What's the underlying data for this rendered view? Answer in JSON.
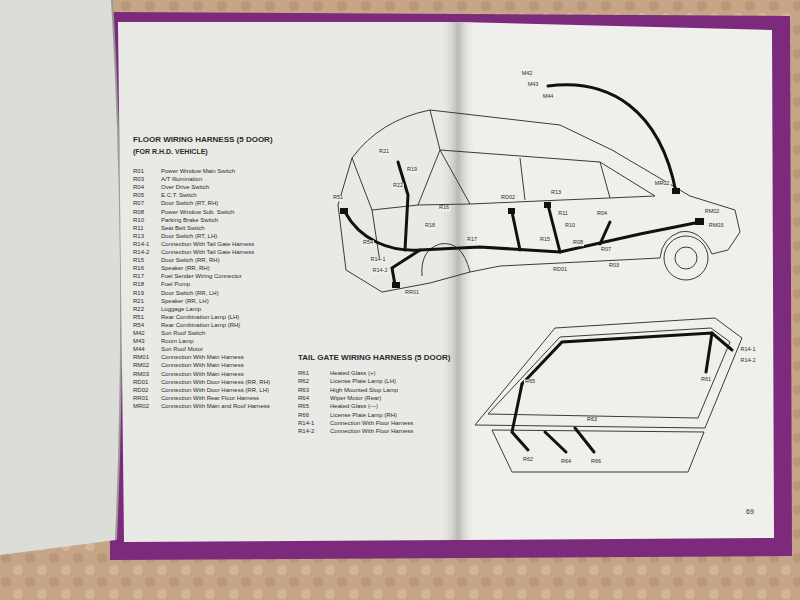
{
  "diagram": {
    "title": "FLOOR WIRING HARNESS (5 DOOR)",
    "labels": [
      "(FOR R.H.D. VEHICLE)",
      "R01",
      "Power Window Main Switch",
      "R03",
      "A/T Illumination",
      "R04",
      "Over Drive Switch",
      "R05",
      "E.C.T. Switch",
      "R07",
      "Door Switch (RT, RH)",
      "R08",
      "Power Window Sub. Switch",
      "R10",
      "Parking Brake Switch",
      "R11",
      "Seat Belt Switch",
      "R13",
      "Door Switch (RT, LH)",
      "R14-1",
      "Connection With Tail Gate Harness",
      "R14-2",
      "Connection With Tail Gate Harness",
      "R15",
      "Door Switch (RR, RH)",
      "R16",
      "Speaker (RR, RH)",
      "R17",
      "Fuel Sender Wiring Connector",
      "R18",
      "Fuel Pump",
      "R19",
      "Door Switch (RR, LH)",
      "R21",
      "Speaker (RR, LH)",
      "R22",
      "Luggage Lamp",
      "R51",
      "Rear Combination Lamp (LH)",
      "R54",
      "Rear Combination Lamp (RH)",
      "M42",
      "Sun Roof Switch",
      "M43",
      "Room Lamp",
      "M44",
      "Sun Roof Motor",
      "RM01",
      "Connection With Main Harness",
      "RM02",
      "Connection With Main Harness",
      "RM03",
      "Connection With Main Harness",
      "RD01",
      "Connection With Door Harness (RR, RH)",
      "RD02",
      "Connection With Door Harness (RR, LH)",
      "RR01",
      "Connection With Rear Floor Harness",
      "MR02",
      "Connection With Main and Roof Harness",
      "TAIL GATE WIRING HARNESS (5 DOOR)",
      "R61",
      "Heated Glass (+)",
      "R62",
      "License Plate Lamp (LH)",
      "R63",
      "High Mounted Stop Lamp",
      "R64",
      "Wiper Motor (Rear)",
      "R65",
      "Heated Glass (—)",
      "R66",
      "License Plate Lamp (RH)",
      "R14-1",
      "Connection With Floor Harness",
      "R14-2",
      "Connection With Floor Harness",
      "M42",
      "M43",
      "M44",
      "R21",
      "R19",
      "R22",
      "R16",
      "R18",
      "R17",
      "R14-1",
      "R14-2",
      "R51",
      "R54",
      "RR01",
      "R13",
      "RD02",
      "R11",
      "R10",
      "R15",
      "R08",
      "R07",
      "RD01",
      "R03",
      "R04",
      "MR02",
      "RM02",
      "RM03",
      "R14-1",
      "R14-2",
      "R61",
      "R65",
      "R63",
      "R62",
      "R64",
      "R66",
      "69"
    ]
  }
}
